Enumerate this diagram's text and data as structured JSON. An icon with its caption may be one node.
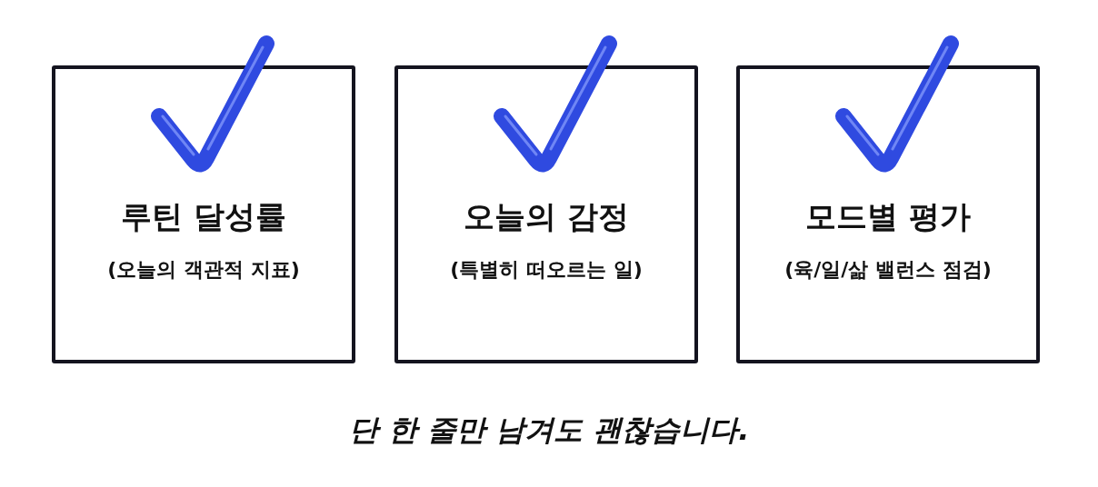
{
  "diagram": {
    "caption": "단 한 줄만 남겨도 괜찮습니다.",
    "nodes": [
      {
        "text": [
          "루틴 달성률",
          "(오늘의 객관적 지표)"
        ]
      },
      {
        "text": [
          "오늘의 감정",
          "(특별히 떠오르는 일)"
        ]
      },
      {
        "text": [
          "모드별 평가",
          "(육/일/삶 밸런스 점검)"
        ]
      }
    ]
  }
}
